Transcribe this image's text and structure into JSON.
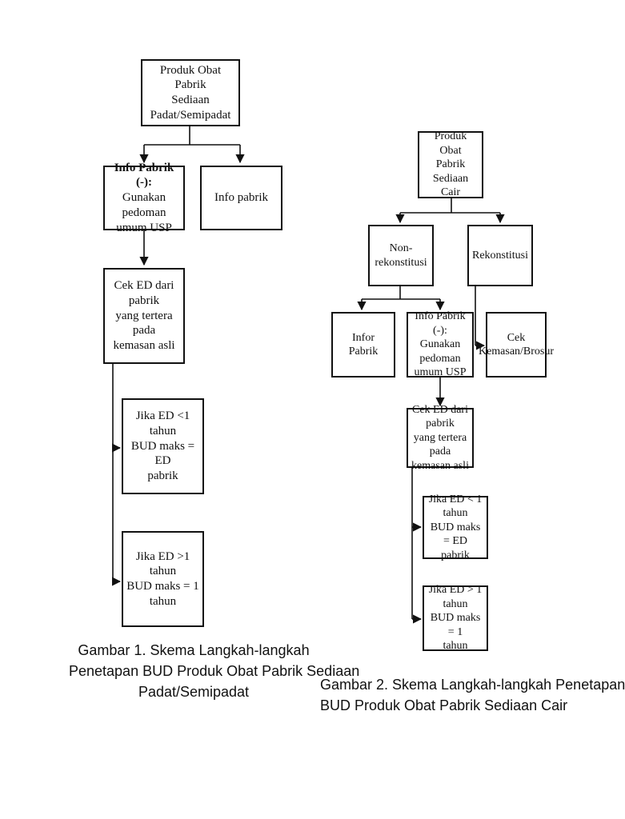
{
  "diagram1": {
    "root": [
      "Produk Obat Pabrik",
      "Sediaan Padat/Semipadat"
    ],
    "info_neg_title": "Info Pabrik (-):",
    "info_neg_body": [
      "Gunakan pedoman",
      "umum USP"
    ],
    "info_pos": "Info pabrik",
    "cek_ed": [
      "Cek ED dari pabrik",
      "yang tertera pada",
      "kemasan asli"
    ],
    "lt1": [
      "Jika ED <1 tahun",
      "BUD maks = ED",
      "pabrik"
    ],
    "gt1": [
      "Jika ED >1 tahun",
      "BUD maks = 1 tahun"
    ],
    "caption": [
      "Gambar 1. Skema Langkah-langkah",
      "Penetapan BUD Produk Obat Pabrik Sediaan",
      "Padat/Semipadat"
    ]
  },
  "diagram2": {
    "root": [
      "Produk Obat",
      "Pabrik Sediaan",
      "Cair"
    ],
    "non_rekon": "Non-rekonstitusi",
    "rekon": "Rekonstitusi",
    "infor_pabrik": "Infor Pabrik",
    "info_neg": [
      "Info Pabrik (-):",
      "Gunakan pedoman",
      "umum USP"
    ],
    "cek_kemasan": [
      "Cek",
      "Kemasan/Brosur"
    ],
    "cek_ed": [
      "Cek ED dari pabrik",
      "yang tertera pada",
      "kemasan asli"
    ],
    "lt1": [
      "Jika ED < 1 tahun",
      "BUD maks = ED",
      "pabrik"
    ],
    "gt1": [
      "Jika ED > 1 tahun",
      "BUD maks = 1",
      "tahun"
    ],
    "caption": [
      "Gambar 2. Skema Langkah-langkah Penetapan",
      "BUD Produk Obat Pabrik Sediaan Cair"
    ]
  }
}
